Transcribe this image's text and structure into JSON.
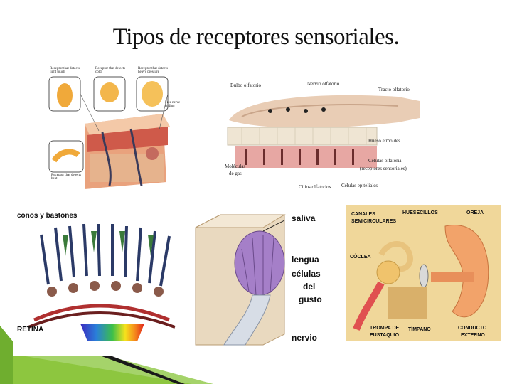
{
  "slide": {
    "title": "Tipos de receptores sensoriales."
  },
  "skin": {
    "labels": [
      "Receptor that detects light touch",
      "Receptor that detects cold",
      "Receptor that detects heavy pressure",
      "Free nerve ending",
      "Receptor that detects heat"
    ]
  },
  "olfactory": {
    "labels": {
      "bulbo": "Bulbo olfatorio",
      "nervio": "Nervio olfatorio",
      "tracto": "Tracto olfatorio",
      "hueso": "Hueso etmoides",
      "celulas": "Células olfatoria",
      "receptores": "(receptores sensoriales)",
      "moleculas1": "Moléculas",
      "moleculas2": "de gas",
      "cilios": "Cilios olfatorios",
      "epiteliales": "Células epiteliales"
    }
  },
  "eye": {
    "labels": {
      "conos": "conos y bastones",
      "retina": "RETINA"
    }
  },
  "tongue": {
    "labels": {
      "saliva": "saliva",
      "lengua": "lengua",
      "celulas": "células",
      "del": "del",
      "gusto": "gusto",
      "nervio": "nervio"
    }
  },
  "ear": {
    "labels": {
      "canales1": "CANALES",
      "canales2": "SEMICIRCULARES",
      "huesecillos": "HUESECILLOS",
      "oreja": "OREJA",
      "coclea": "CÓCLEA",
      "trompa1": "TROMPA DE",
      "trompa2": "EUSTAQUIO",
      "timpano": "TÍMPANO",
      "conducto1": "CONDUCTO",
      "conducto2": "EXTERNO"
    }
  },
  "colors": {
    "accent_green": "#8dc63f",
    "dark_stripe": "#1a1a1a"
  }
}
